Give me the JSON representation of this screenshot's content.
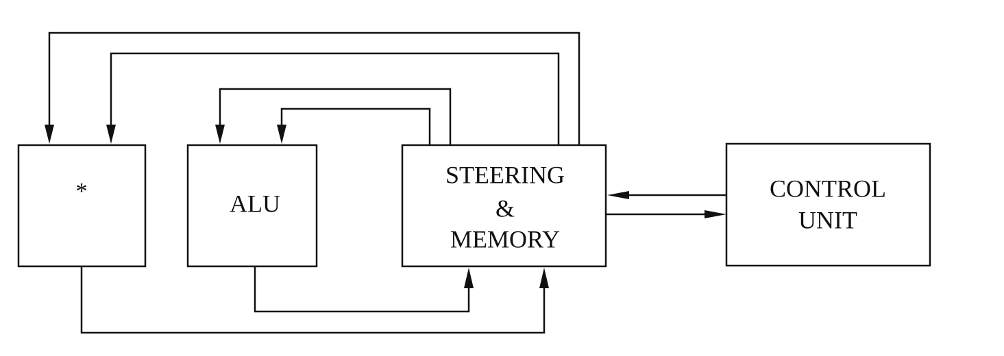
{
  "blocks": {
    "multiplier": {
      "label": "*"
    },
    "alu": {
      "label": "ALU"
    },
    "steering_memory": {
      "lines": [
        "STEERING",
        "&",
        "MEMORY"
      ]
    },
    "control_unit": {
      "lines": [
        "CONTROL",
        "UNIT"
      ]
    }
  }
}
